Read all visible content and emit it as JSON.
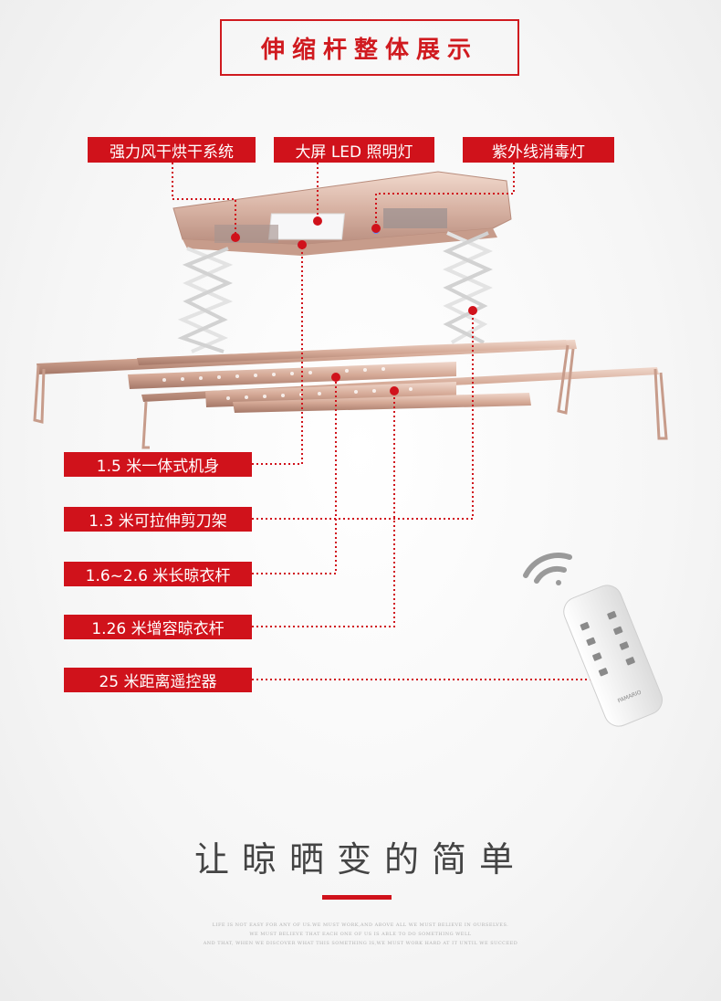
{
  "title": "伸缩杆整体展示",
  "top_labels": {
    "drying": "强力风干烘干系统",
    "led": "大屏 LED 照明灯",
    "uv": "紫外线消毒灯"
  },
  "side_labels": {
    "body": "1.5 米一体式机身",
    "scissor": "1.3 米可拉伸剪刀架",
    "rod": "1.6~2.6 米长晾衣杆",
    "extra_rod": "1.26 米增容晾衣杆",
    "remote": "25 米距离遥控器"
  },
  "slogan": "让晾晒变的简单",
  "fine_print": [
    "LIFE IS NOT EASY FOR ANY OF US.WE MUST WORK,AND ABOVE ALL WE MUST BELIEVE IN OURSELVES.",
    "WE MUST BELIEVE THAT EACH ONE OF US IS ABLE TO DO SOMETHING WELL",
    "AND THAT, WHEN WE DISCOVER WHAT THIS SOMETHING IS,WE MUST WORK HARD AT IT UNTIL WE SUCCEED"
  ],
  "remote_brand": "PAMARIO",
  "colors": {
    "accent": "#d0121b",
    "product": "#d8b3a4"
  },
  "icons": [
    "wifi-signal-icon",
    "remote-control-icon"
  ]
}
